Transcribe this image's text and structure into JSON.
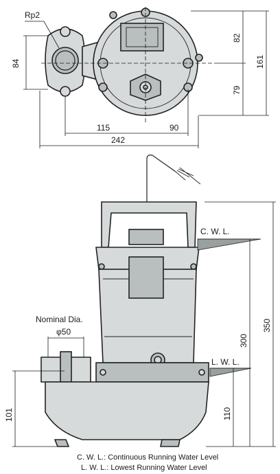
{
  "top_view": {
    "thread_label": "Rp2",
    "dim_84": "84",
    "dim_82": "82",
    "dim_79": "79",
    "dim_161": "161",
    "dim_115": "115",
    "dim_90": "90",
    "dim_242": "242"
  },
  "side_view": {
    "cwl_label": "C. W. L.",
    "lwl_label": "L. W. L.",
    "nominal_label": "Nominal Dia.",
    "nominal_value": "φ50",
    "dim_350": "350",
    "dim_300": "300",
    "dim_110": "110",
    "dim_101": "101"
  },
  "legend": {
    "cwl_note": "C. W. L.: Continuous Running Water Level",
    "lwl_note": "L. W. L.: Lowest Running Water Level"
  },
  "colors": {
    "body_fill": "#d7dada",
    "line": "#222222"
  }
}
